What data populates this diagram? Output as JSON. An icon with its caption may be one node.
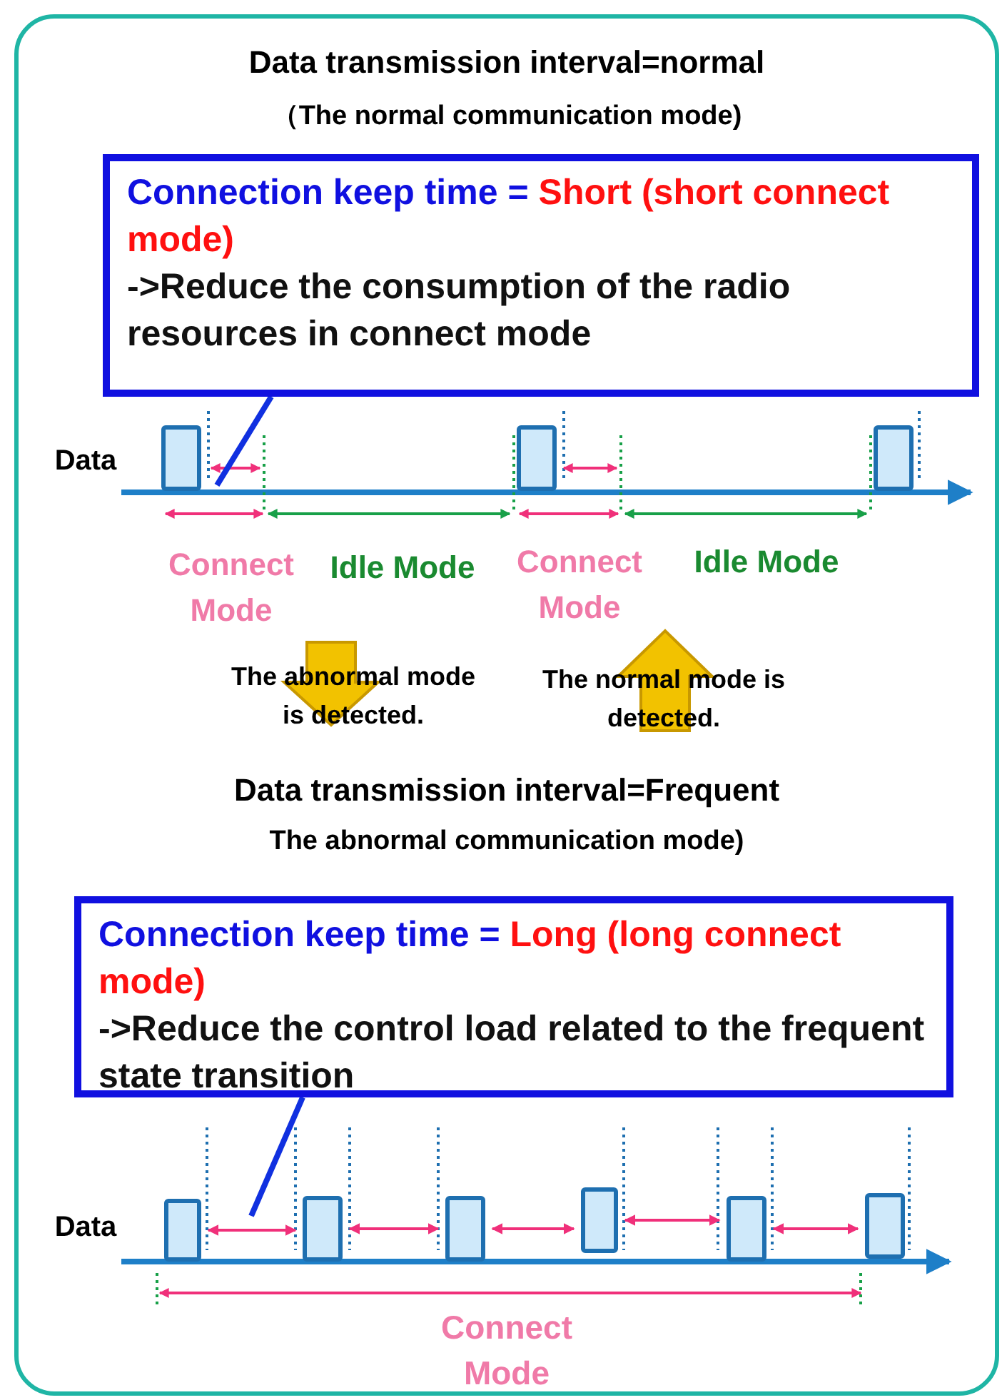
{
  "diagram": {
    "nodes": [
      {
        "text": [
          "Connection keep time =",
          "Short (short connect mode)",
          "->Reduce the consumption of the radio resources in connect mode"
        ]
      },
      {
        "text": [],
        "shape": "bar"
      },
      {
        "text": [],
        "shape": "bar"
      },
      {
        "text": [],
        "shape": "bar"
      },
      {
        "text": [
          "Connection keep time =",
          "Long (long connect mode)",
          "->Reduce the control load related to the frequent state transition"
        ]
      },
      {
        "text": [],
        "shape": "bar"
      },
      {
        "text": [],
        "shape": "bar"
      },
      {
        "text": [],
        "shape": "bar"
      },
      {
        "text": [],
        "shape": "bar"
      },
      {
        "text": [],
        "shape": "bar"
      },
      {
        "text": [],
        "shape": "bar"
      }
    ],
    "edges": [
      {
        "from": 0,
        "to": 1,
        "arrow": "none",
        "style": "thick",
        "color": "#1030e0"
      },
      {
        "from": 4,
        "to": null,
        "arrow": "none",
        "style": "thick",
        "color": "#1030e0"
      },
      {
        "from": 5,
        "to": 6,
        "arrow": "both"
      },
      {
        "from": 6,
        "to": 7,
        "arrow": "both"
      },
      {
        "from": 7,
        "to": 8,
        "arrow": "both"
      },
      {
        "from": 8,
        "to": 9,
        "arrow": "both"
      },
      {
        "from": 9,
        "to": 10,
        "arrow": "both"
      }
    ],
    "labels": [
      "Data transmission interval=normal",
      "（The normal communication mode)",
      "Data",
      "Connect Mode",
      "Idle Mode",
      "Connect Mode",
      "Idle Mode",
      "The abnormal mode is detected.",
      "The normal mode is detected.",
      "Data transmission interval=Frequent",
      "The abnormal communication mode)",
      "Data",
      "Connect Mode"
    ]
  }
}
